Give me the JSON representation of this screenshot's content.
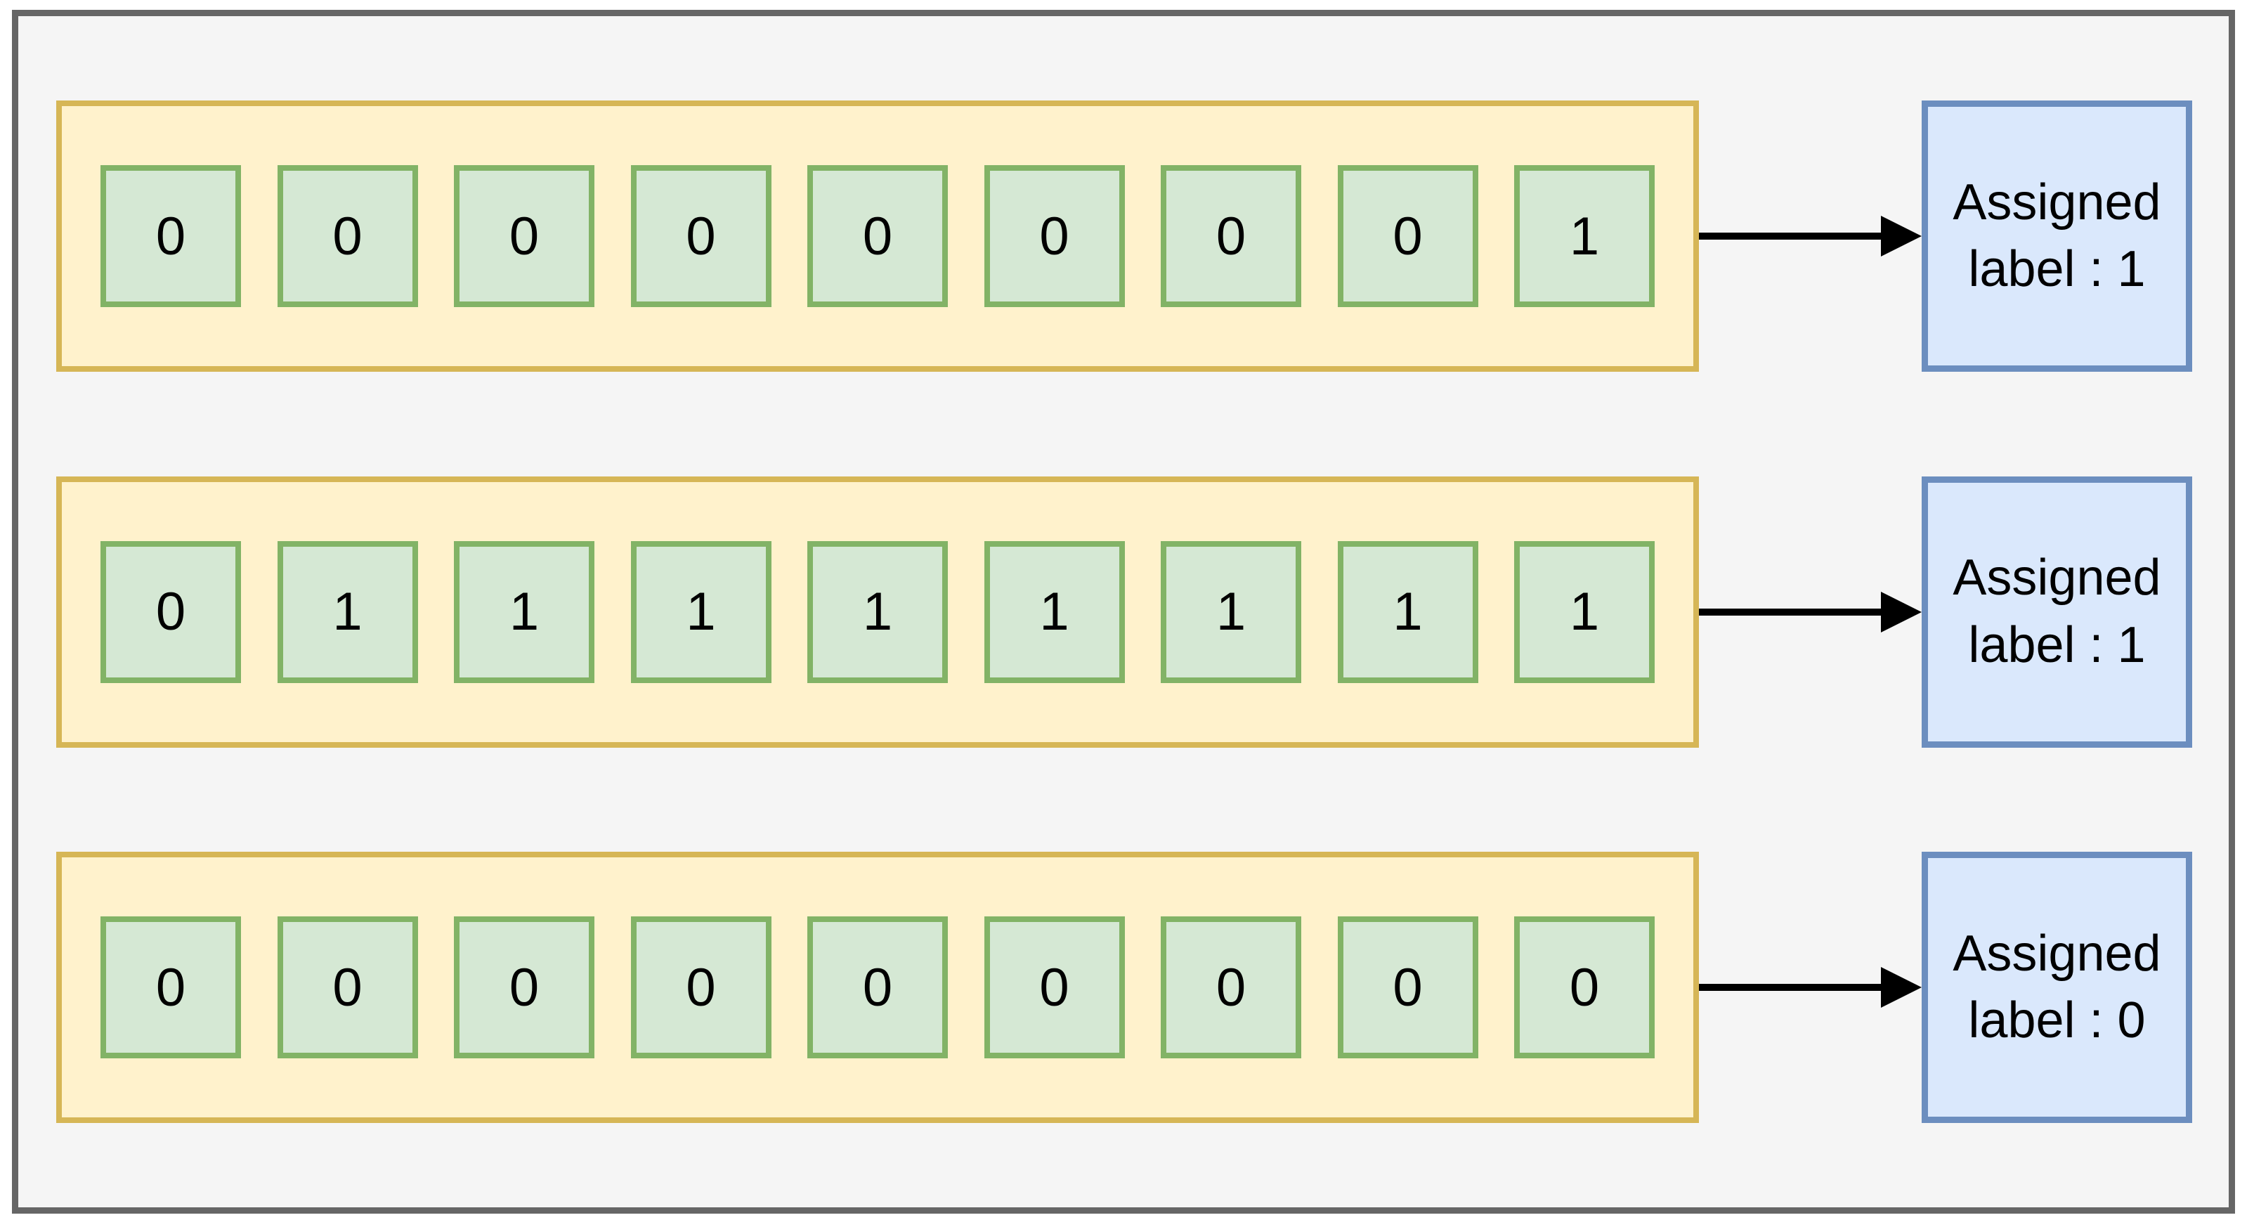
{
  "diagram": {
    "rows": [
      {
        "cells": [
          "0",
          "0",
          "0",
          "0",
          "0",
          "0",
          "0",
          "0",
          "1"
        ],
        "assigned_label": "Assigned label : 1"
      },
      {
        "cells": [
          "0",
          "1",
          "1",
          "1",
          "1",
          "1",
          "1",
          "1",
          "1"
        ],
        "assigned_label": "Assigned label : 1"
      },
      {
        "cells": [
          "0",
          "0",
          "0",
          "0",
          "0",
          "0",
          "0",
          "0",
          "0"
        ],
        "assigned_label": "Assigned label : 0"
      }
    ],
    "colors": {
      "background": "#f5f5f5",
      "frame_border": "#666666",
      "sequence_fill": "#fff2cc",
      "sequence_border": "#d6b656",
      "cell_fill": "#d5e8d4",
      "cell_border": "#82b366",
      "label_fill": "#dae8fc",
      "label_border": "#6c8ebf",
      "arrow": "#000000"
    }
  }
}
